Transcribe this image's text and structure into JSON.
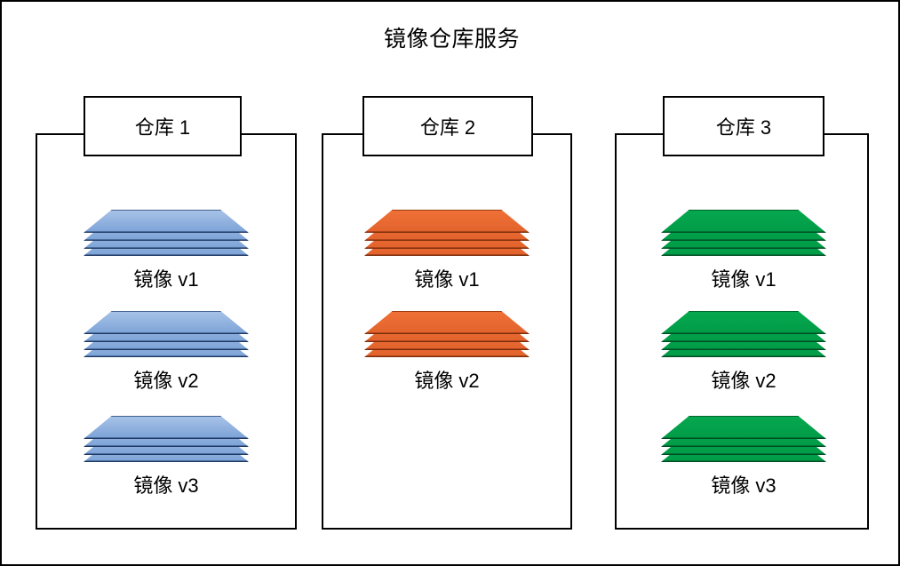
{
  "diagram": {
    "title": "镜像仓库服务",
    "colors": {
      "outline": "#000000",
      "background": "#ffffff",
      "repo1_stack": "#7ba2d6",
      "repo2_stack": "#e2622c",
      "repo3_stack": "#009b47"
    }
  },
  "repositories": [
    {
      "label": "仓库 1",
      "color": "blue",
      "images": [
        {
          "label": "镜像 v1",
          "layers": 4
        },
        {
          "label": "镜像 v2",
          "layers": 4
        },
        {
          "label": "镜像 v3",
          "layers": 4
        }
      ]
    },
    {
      "label": "仓库 2",
      "color": "orange",
      "images": [
        {
          "label": "镜像 v1",
          "layers": 4
        },
        {
          "label": "镜像 v2",
          "layers": 4
        }
      ]
    },
    {
      "label": "仓库 3",
      "color": "green",
      "images": [
        {
          "label": "镜像 v1",
          "layers": 4
        },
        {
          "label": "镜像 v2",
          "layers": 4
        },
        {
          "label": "镜像 v3",
          "layers": 4
        }
      ]
    }
  ]
}
